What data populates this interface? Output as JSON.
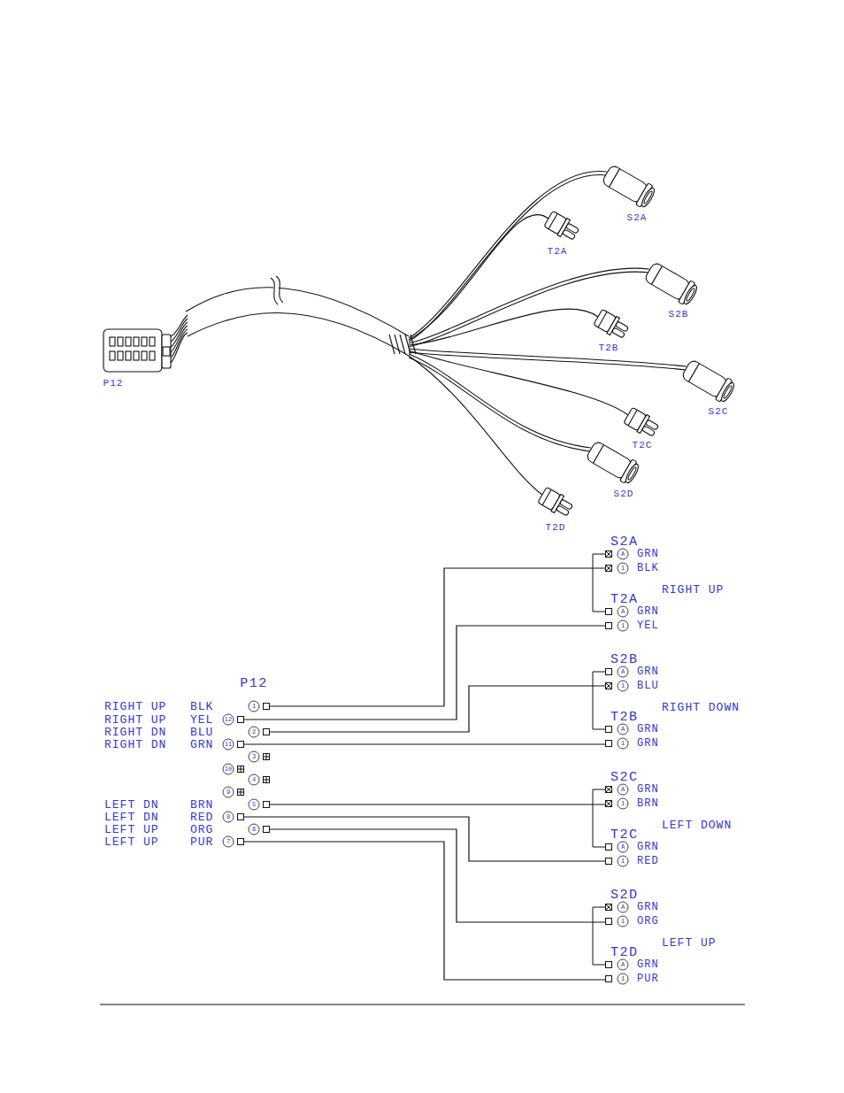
{
  "diagram": {
    "labels": [
      "P12",
      "S2A",
      "T2A",
      "S2B",
      "T2B",
      "S2C",
      "T2C",
      "S2D",
      "T2D",
      "P12",
      "RIGHT UP",
      "BLK",
      "1",
      "RIGHT UP",
      "YEL",
      "12",
      "RIGHT DN",
      "BLU",
      "2",
      "RIGHT DN",
      "GRN",
      "11",
      "3",
      "10",
      "4",
      "9",
      "LEFT DN",
      "BRN",
      "5",
      "LEFT DN",
      "RED",
      "8",
      "LEFT UP",
      "ORG",
      "6",
      "LEFT UP",
      "PUR",
      "7",
      "S2A",
      "A",
      "GRN",
      "1",
      "BLK",
      "RIGHT UP",
      "T2A",
      "A",
      "GRN",
      "1",
      "YEL",
      "S2B",
      "A",
      "GRN",
      "1",
      "BLU",
      "RIGHT DOWN",
      "T2B",
      "A",
      "GRN",
      "1",
      "GRN",
      "S2C",
      "A",
      "GRN",
      "1",
      "BRN",
      "LEFT DOWN",
      "T2C",
      "A",
      "GRN",
      "1",
      "RED",
      "S2D",
      "A",
      "GRN",
      "1",
      "ORG",
      "LEFT UP",
      "T2D",
      "A",
      "GRN",
      "1",
      "PUR"
    ]
  }
}
